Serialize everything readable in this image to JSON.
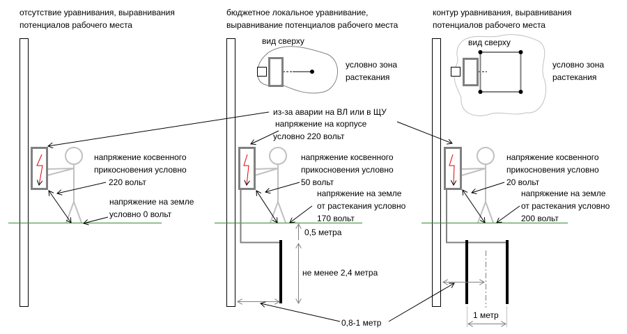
{
  "panels": [
    {
      "title": [
        "отсутствие уравнивания, выравнивания",
        "потенциалов рабочего места"
      ],
      "touch_voltage": [
        "напряжение косвенного",
        "прикосновения условно",
        "220 вольт"
      ],
      "ground_voltage": [
        "напряжение на земле",
        "условно 0 вольт"
      ]
    },
    {
      "title": [
        "бюджетное локальное уравнивание,",
        "выравнивание потенциалов рабочего места"
      ],
      "top_view": "вид сверху",
      "zone": [
        "условно зона",
        "растекания"
      ],
      "touch_voltage": [
        "напряжение косвенного",
        "прикосновения условно",
        "50 вольт"
      ],
      "ground_voltage": [
        "напряжение на земле",
        "от растекания условно",
        "170 вольт"
      ],
      "depth_label": "0,5 метра",
      "length_label": "не менее 2,4 метра"
    },
    {
      "title": [
        "контур уравнивания, выравнивания",
        "потенциалов рабочего места"
      ],
      "top_view": "вид сверху",
      "zone": [
        "условно зона",
        "растекания"
      ],
      "touch_voltage": [
        "напряжение косвенного",
        "прикосновения условно",
        "20 вольт"
      ],
      "ground_voltage": [
        "напряжение на земле",
        "от растекания условно",
        "200 вольт"
      ],
      "spacing_label": "1 метр"
    }
  ],
  "fault_note": [
    "из-за аварии на ВЛ или в ЩУ",
    "напряжение на корпусе",
    "условно 220 вольт"
  ],
  "distance_label": "0,8-1 метр",
  "colors": {
    "ground": "#2e8b2e",
    "box": "#808080",
    "person": "#c0c0c0",
    "spark": "#e00000"
  }
}
